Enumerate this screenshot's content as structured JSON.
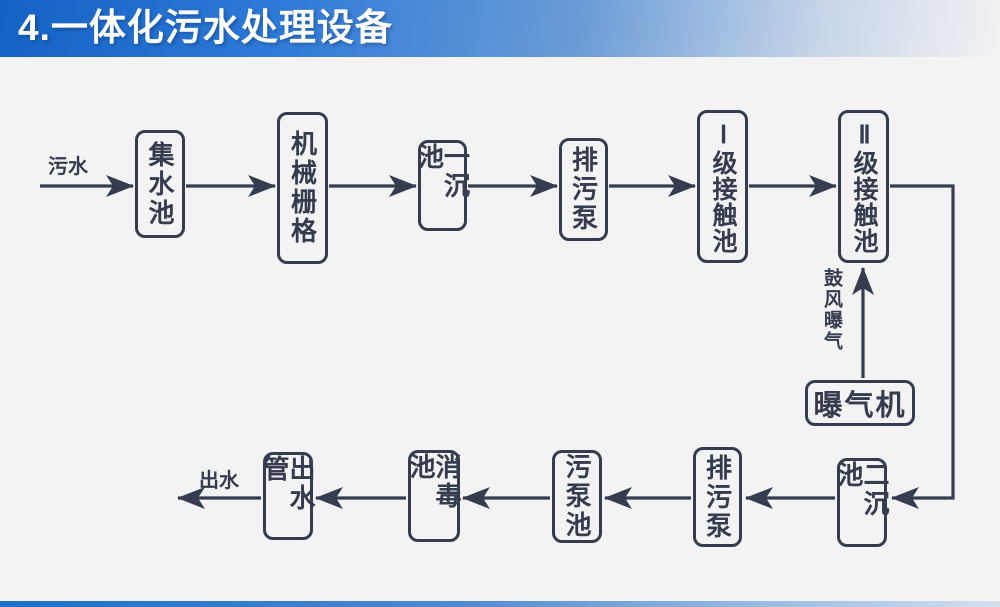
{
  "title": "4.一体化污水处理设备",
  "labels": {
    "inflow": "污水",
    "outflow": "出水",
    "aeration": "鼓风曝气"
  },
  "nodes": {
    "collection_tank": "集水池",
    "mechanical_grid": "机械栅格",
    "primary_sedimentation_tank": "一沉池",
    "sewage_pump_top": "排污泵",
    "level1_contact_tank": "Ⅰ级接触池",
    "level2_contact_tank": "Ⅱ级接触池",
    "secondary_sedimentation_tank": "二沉池",
    "sewage_pump_bottom": "排污泵",
    "sewage_pump_tank": "污泵池",
    "disinfection_tank": "消毒池",
    "outlet_pipe": "出水管",
    "aerator": "曝气机"
  },
  "colors": {
    "ink": "#353c4f",
    "header_blue": "#1462c4",
    "background": "#f3f3f4",
    "accent_bar": "#1b6fc9"
  }
}
